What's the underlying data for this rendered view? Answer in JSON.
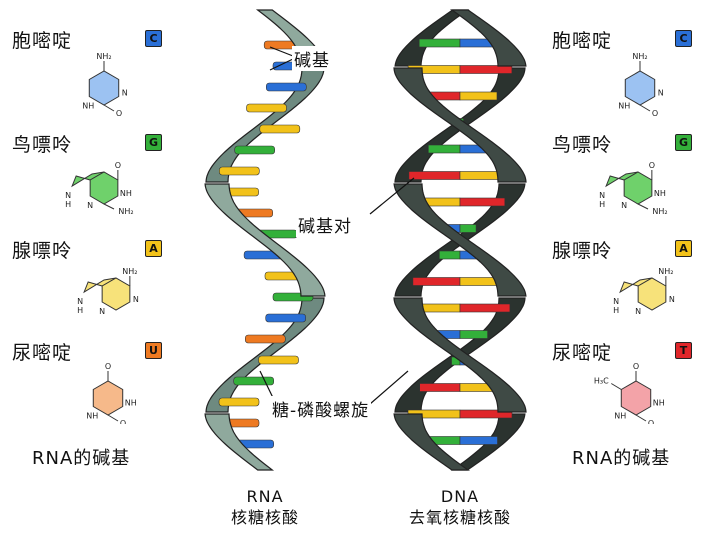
{
  "left_column": {
    "bases": [
      {
        "name": "胞嘧啶",
        "letter": "C",
        "color": "#2a6fd6",
        "molecule": "cytosine"
      },
      {
        "name": "鸟嘌呤",
        "letter": "G",
        "color": "#33b03a",
        "molecule": "guanine"
      },
      {
        "name": "腺嘌呤",
        "letter": "A",
        "color": "#f2c21a",
        "molecule": "adenine"
      },
      {
        "name": "尿嘧啶",
        "letter": "U",
        "color": "#ee7a22",
        "molecule": "uracil"
      }
    ],
    "caption": "RNA的碱基"
  },
  "right_column": {
    "bases": [
      {
        "name": "胞嘧啶",
        "letter": "C",
        "color": "#2a6fd6",
        "molecule": "cytosine"
      },
      {
        "name": "鸟嘌呤",
        "letter": "G",
        "color": "#33b03a",
        "molecule": "guanine"
      },
      {
        "name": "腺嘌呤",
        "letter": "A",
        "color": "#f2c21a",
        "molecule": "adenine"
      },
      {
        "name": "尿嘧啶",
        "letter": "T",
        "color": "#e0262a",
        "molecule": "thymine"
      }
    ],
    "caption": "RNA的碱基"
  },
  "callouts": {
    "base": "碱基",
    "base_pair": "碱基对",
    "backbone": "糖-磷酸螺旋"
  },
  "rna_label": {
    "line1": "RNA",
    "line2": "核糖核酸"
  },
  "dna_label": {
    "line1": "DNA",
    "line2": "去氧核糖核酸"
  },
  "atom_labels": {
    "nh2": "NH₂",
    "nh": "NH",
    "h": "H",
    "n": "N",
    "o": "O",
    "ch3": "H₃C"
  },
  "colors": {
    "C": "#2a6fd6",
    "G": "#33b03a",
    "A": "#f2c21a",
    "U": "#ee7a22",
    "T": "#e0262a",
    "rna_backbone": "#8fa99d",
    "dna_backbone": "#3f4a45"
  },
  "rna_rungs": [
    "U",
    "C",
    "C",
    "A",
    "A",
    "G",
    "A",
    "A",
    "U",
    "G",
    "C",
    "A",
    "G",
    "C",
    "U",
    "A",
    "G",
    "A",
    "U",
    "C"
  ],
  "dna_pairs": [
    [
      "G",
      "C"
    ],
    [
      "A",
      "T"
    ],
    [
      "T",
      "A"
    ],
    [
      "C",
      "G"
    ],
    [
      "G",
      "C"
    ],
    [
      "T",
      "A"
    ],
    [
      "A",
      "T"
    ],
    [
      "C",
      "G"
    ],
    [
      "G",
      "C"
    ],
    [
      "T",
      "A"
    ],
    [
      "A",
      "T"
    ],
    [
      "C",
      "G"
    ],
    [
      "G",
      "C"
    ],
    [
      "T",
      "A"
    ],
    [
      "A",
      "T"
    ],
    [
      "G",
      "C"
    ]
  ]
}
